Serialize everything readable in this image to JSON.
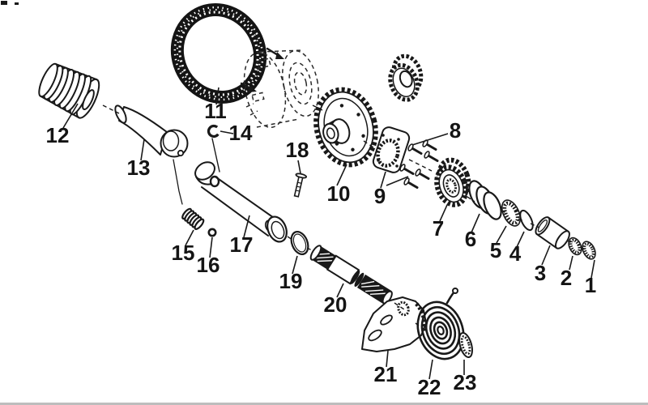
{
  "diagram": {
    "labels": [
      "1",
      "2",
      "3",
      "4",
      "5",
      "6",
      "7",
      "8",
      "9",
      "10",
      "11",
      "12",
      "13",
      "14",
      "15",
      "16",
      "17",
      "18",
      "19",
      "20",
      "21",
      "22",
      "23"
    ],
    "colors": {
      "ink": "#191919",
      "paper": "#ffffff"
    }
  }
}
